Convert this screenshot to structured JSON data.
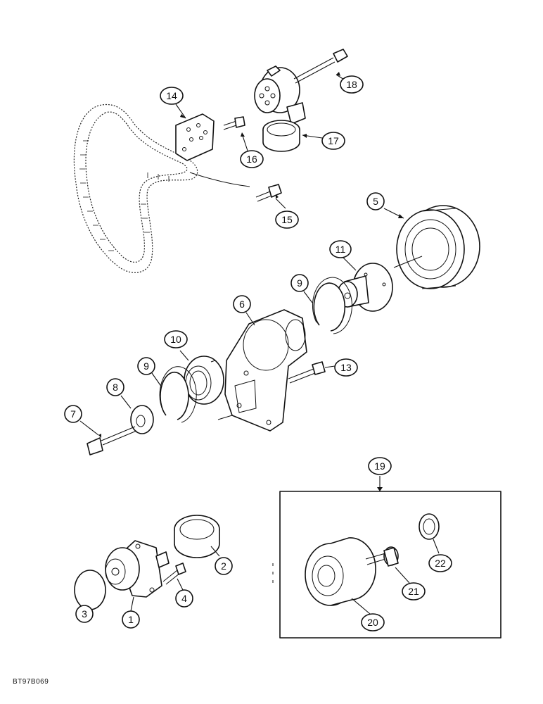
{
  "diagram": {
    "reference_code": "BT97B069",
    "callouts": [
      {
        "id": "c1",
        "label": "1"
      },
      {
        "id": "c2",
        "label": "2"
      },
      {
        "id": "c3",
        "label": "3"
      },
      {
        "id": "c4",
        "label": "4"
      },
      {
        "id": "c5",
        "label": "5"
      },
      {
        "id": "c6",
        "label": "6"
      },
      {
        "id": "c7",
        "label": "7"
      },
      {
        "id": "c8",
        "label": "8"
      },
      {
        "id": "c9a",
        "label": "9"
      },
      {
        "id": "c9b",
        "label": "9"
      },
      {
        "id": "c10",
        "label": "10"
      },
      {
        "id": "c11",
        "label": "11"
      },
      {
        "id": "c13",
        "label": "13"
      },
      {
        "id": "c14",
        "label": "14"
      },
      {
        "id": "c15",
        "label": "15"
      },
      {
        "id": "c16",
        "label": "16"
      },
      {
        "id": "c17",
        "label": "17"
      },
      {
        "id": "c18",
        "label": "18"
      },
      {
        "id": "c19",
        "label": "19"
      },
      {
        "id": "c20",
        "label": "20"
      },
      {
        "id": "c21",
        "label": "21"
      },
      {
        "id": "c22",
        "label": "22"
      }
    ]
  }
}
